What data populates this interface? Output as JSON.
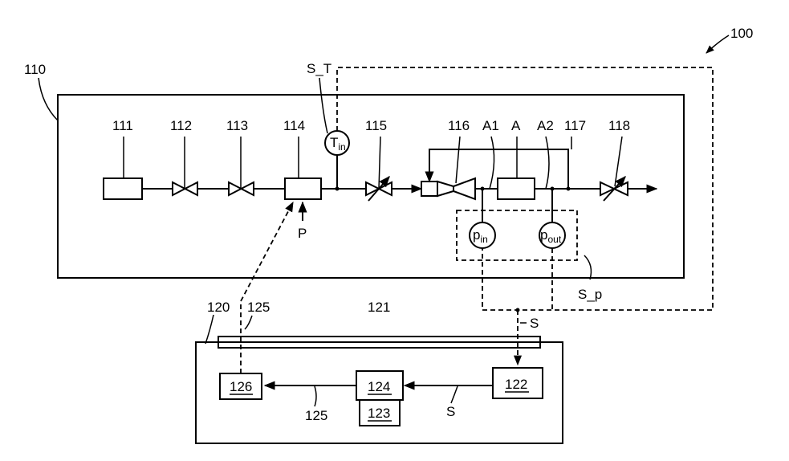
{
  "labels": {
    "system": "100",
    "plant": "110",
    "controller": "120",
    "bus": "121",
    "c111": "111",
    "c112": "112",
    "c113": "113",
    "c114": "114",
    "c115": "115",
    "c116": "116",
    "c117": "117",
    "c118": "118",
    "a1": "A1",
    "a": "A",
    "a2": "A2",
    "p": "P",
    "s_t": "S_T",
    "s_p": "S_p",
    "s_top": "S",
    "s_bottom": "S",
    "sig125_top": "125",
    "sig125_bottom": "125",
    "b122": "122",
    "b123": "123",
    "b124": "124",
    "b126": "126"
  },
  "sensors": {
    "temp": {
      "main": "T",
      "sub": "in"
    },
    "pin": {
      "main": "p",
      "sub": "in"
    },
    "pout": {
      "main": "p",
      "sub": "out"
    }
  }
}
